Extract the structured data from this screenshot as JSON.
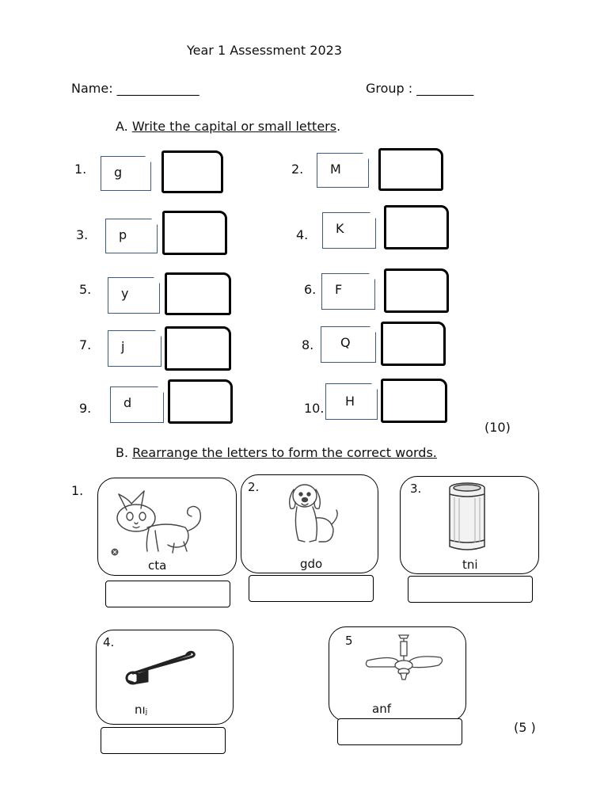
{
  "header": {
    "title": "Year 1   Assessment  2023",
    "name_label": "Name: _____________",
    "group_label": "Group : _________"
  },
  "section_a": {
    "heading_prefix": "A. ",
    "heading_underlined": "Write the capital or small letters",
    "heading_suffix": ".",
    "items": [
      {
        "num": "1.",
        "letter": "g"
      },
      {
        "num": "2.",
        "letter": "M"
      },
      {
        "num": "3.",
        "letter": "p"
      },
      {
        "num": "4.",
        "letter": "K"
      },
      {
        "num": "5.",
        "letter": "y"
      },
      {
        "num": "6.",
        "letter": "F"
      },
      {
        "num": "7.",
        "letter": "j"
      },
      {
        "num": "8.",
        "letter": "Q"
      },
      {
        "num": "9.",
        "letter": "d"
      },
      {
        "num": "10.",
        "letter": "H"
      }
    ],
    "marks": "(10)"
  },
  "section_b": {
    "heading_prefix": "B. ",
    "heading_underlined": "Rearrange the letters to form the correct words.",
    "outer_num": "1.",
    "cards": [
      {
        "num": "",
        "word": "cta",
        "icon": "cat-icon"
      },
      {
        "num": "2.",
        "word": "gdo",
        "icon": "dog-icon"
      },
      {
        "num": "3.",
        "word": "tni",
        "icon": "tin-can-icon"
      },
      {
        "num": "4.",
        "word": "nıⱼ",
        "icon": "safety-pin-icon"
      },
      {
        "num": "5",
        "word": "anf",
        "icon": "ceiling-fan-icon"
      }
    ],
    "marks": "(5 )"
  }
}
